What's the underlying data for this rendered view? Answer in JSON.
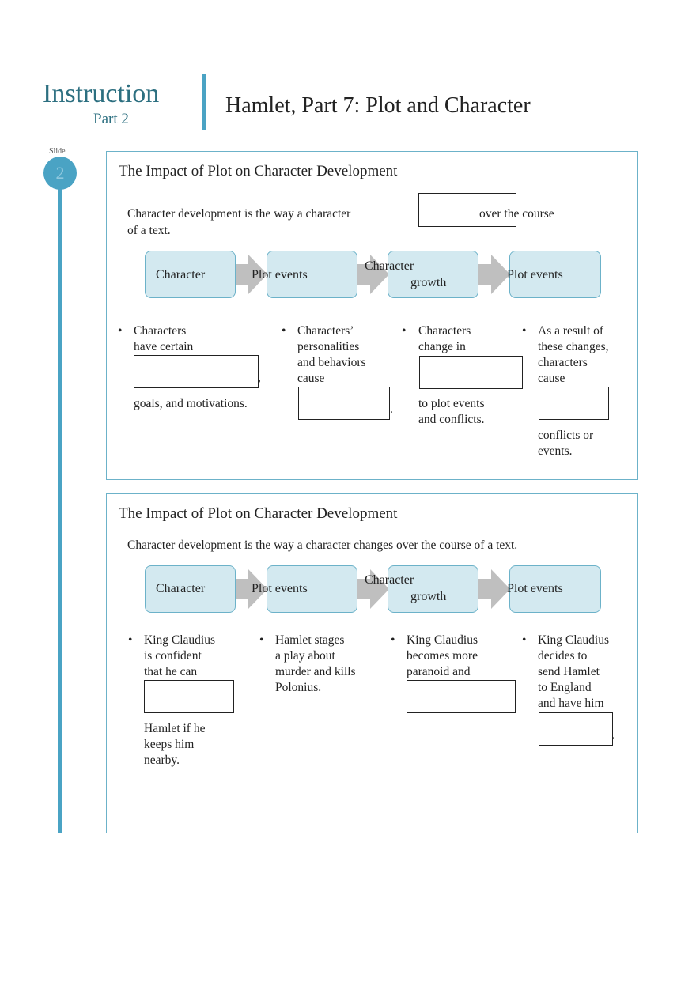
{
  "header": {
    "section": "Instruction",
    "part": "Part 2",
    "title": "Hamlet, Part 7: Plot and Character",
    "slide_label": "Slide",
    "slide_number": "2"
  },
  "panel1": {
    "title": "The Impact of Plot on Character Development",
    "intro_before": "Character development is the way a character",
    "intro_after": "over the course",
    "intro_line2": "of a text.",
    "flow": [
      "Character",
      "Plot events",
      "Character",
      "growth",
      "Plot events"
    ],
    "col1": {
      "bullet": "•",
      "l1": "Characters",
      "l2": "have certain",
      "comma": ",",
      "l3": "goals, and motivations."
    },
    "col2": {
      "bullet": "•",
      "l1": "Characters’",
      "l2": "personalities",
      "l3": "and behaviors",
      "l4": "cause",
      "period": "."
    },
    "col3": {
      "bullet": "•",
      "l1": "Characters",
      "l2": "change in",
      "l3": "to plot events",
      "l4": "and conflicts."
    },
    "col4": {
      "bullet": "•",
      "l1": "As a result of",
      "l2": "these changes,",
      "l3": "characters",
      "l4": "cause",
      "l5": "conflicts or",
      "l6": "events."
    }
  },
  "panel2": {
    "title": "The Impact of Plot on Character Development",
    "intro": "Character development is the way a character changes over the course of a text.",
    "flow": [
      "Character",
      "Plot events",
      "Character",
      "growth",
      "Plot events"
    ],
    "col1": {
      "bullet": "•",
      "l1": "King Claudius",
      "l2": "is confident",
      "l3": "that he can",
      "l4": "Hamlet if he",
      "l5": "keeps him",
      "l6": "nearby."
    },
    "col2": {
      "bullet": "•",
      "l1": "Hamlet stages",
      "l2": "a play about",
      "l3": "murder and kills",
      "l4": "Polonius."
    },
    "col3": {
      "bullet": "•",
      "l1": "King Claudius",
      "l2": "becomes more",
      "l3": "paranoid and",
      "period": "."
    },
    "col4": {
      "bullet": "•",
      "l1": "King Claudius",
      "l2": "decides to",
      "l3": "send Hamlet",
      "l4": "to England",
      "l5": "and have him",
      "period": "."
    }
  }
}
